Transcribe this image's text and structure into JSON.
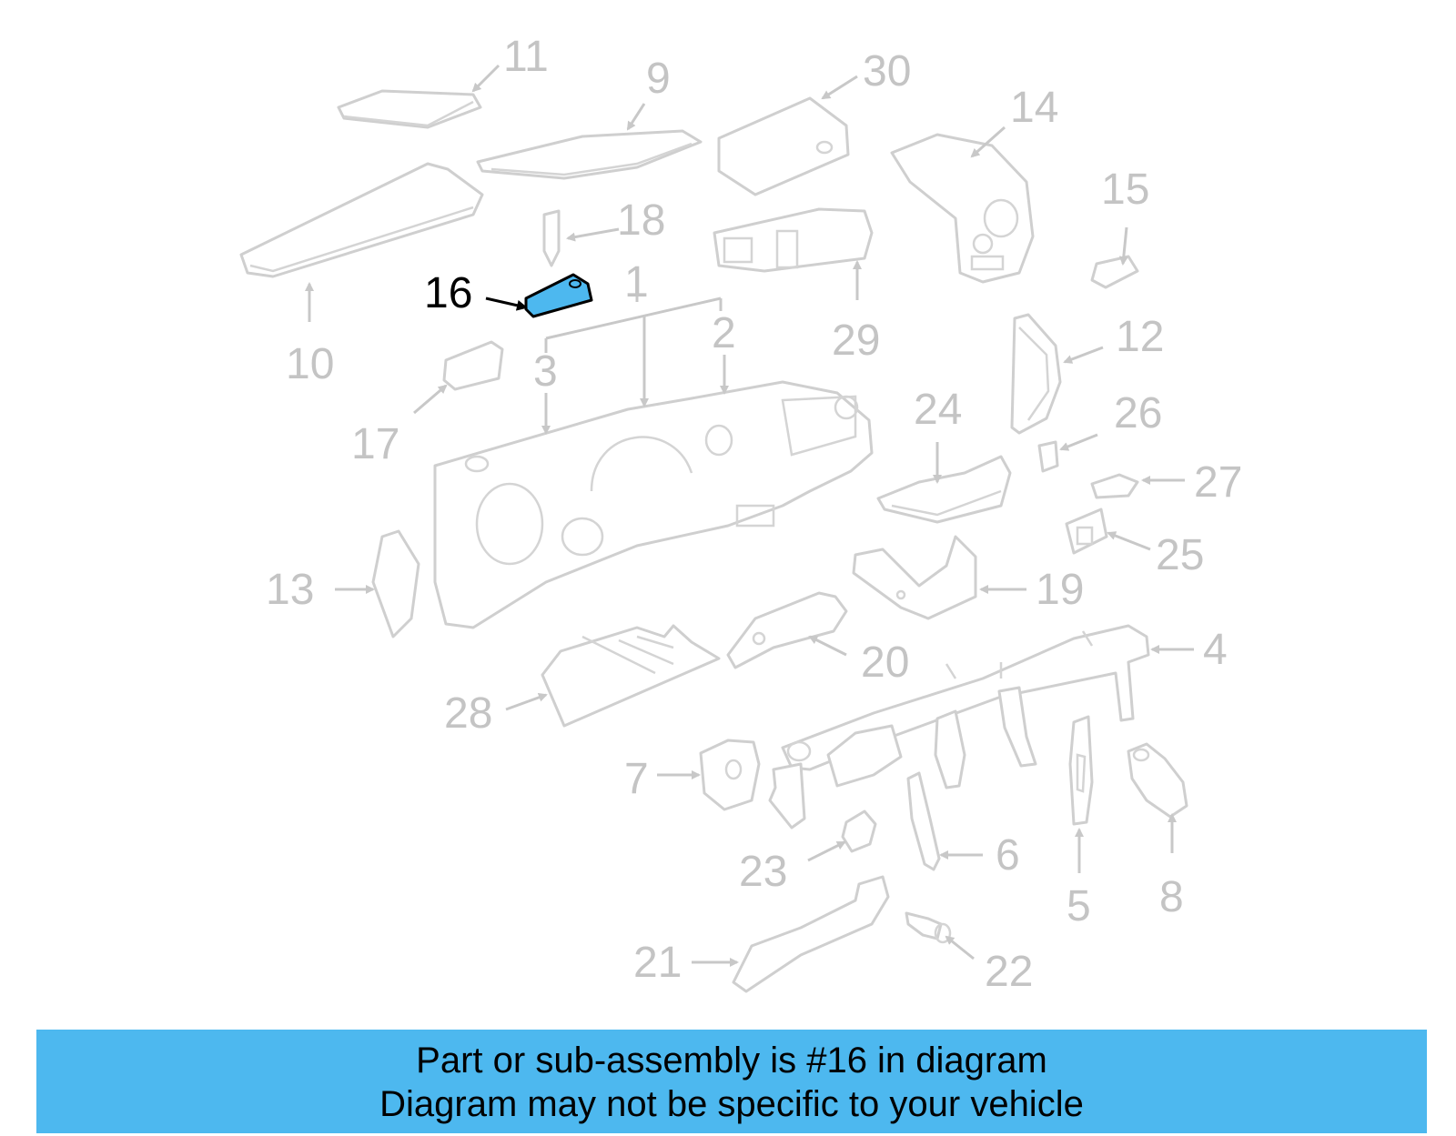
{
  "colors": {
    "highlight": "#4db8ef",
    "caption_background": "#4db8ef",
    "line_gray": "#cfcfcf",
    "label_gray": "#c4c4c4",
    "highlight_label": "#000000"
  },
  "highlighted_part": "16",
  "callouts": {
    "c1": "1",
    "c2": "2",
    "c3": "3",
    "c4": "4",
    "c5": "5",
    "c6": "6",
    "c7": "7",
    "c8": "8",
    "c9": "9",
    "c10": "10",
    "c11": "11",
    "c12": "12",
    "c13": "13",
    "c14": "14",
    "c15": "15",
    "c16": "16",
    "c17": "17",
    "c18": "18",
    "c19": "19",
    "c20": "20",
    "c21": "21",
    "c22": "22",
    "c23": "23",
    "c24": "24",
    "c25": "25",
    "c26": "26",
    "c27": "27",
    "c28": "28",
    "c29": "29",
    "c30": "30"
  },
  "caption": {
    "line1": "Part or sub-assembly is #16 in diagram",
    "line2": "Diagram may not be specific to your vehicle"
  }
}
